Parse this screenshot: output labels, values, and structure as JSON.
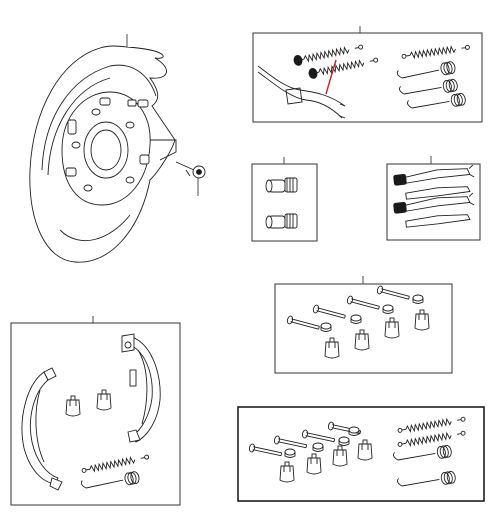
{
  "diagram": {
    "parts": [
      {
        "id": "backing-plate",
        "icon": "brake-backing-plate-icon"
      },
      {
        "id": "parking-brake-cable-and-springs-kit",
        "icon": "cable-spring-kit-icon"
      },
      {
        "id": "adjuster-pair",
        "icon": "brake-adjuster-icon"
      },
      {
        "id": "strut-pair",
        "icon": "brake-strut-icon"
      },
      {
        "id": "pin-and-clip-kit",
        "icon": "hold-down-pin-kit-icon"
      },
      {
        "id": "parking-brake-shoe-kit",
        "icon": "brake-shoe-kit-icon"
      },
      {
        "id": "complete-hardware-kit",
        "icon": "hardware-kit-icon"
      }
    ],
    "colors": {
      "line": "#222222",
      "highlight": "#d21f1f",
      "background": "#ffffff"
    }
  }
}
